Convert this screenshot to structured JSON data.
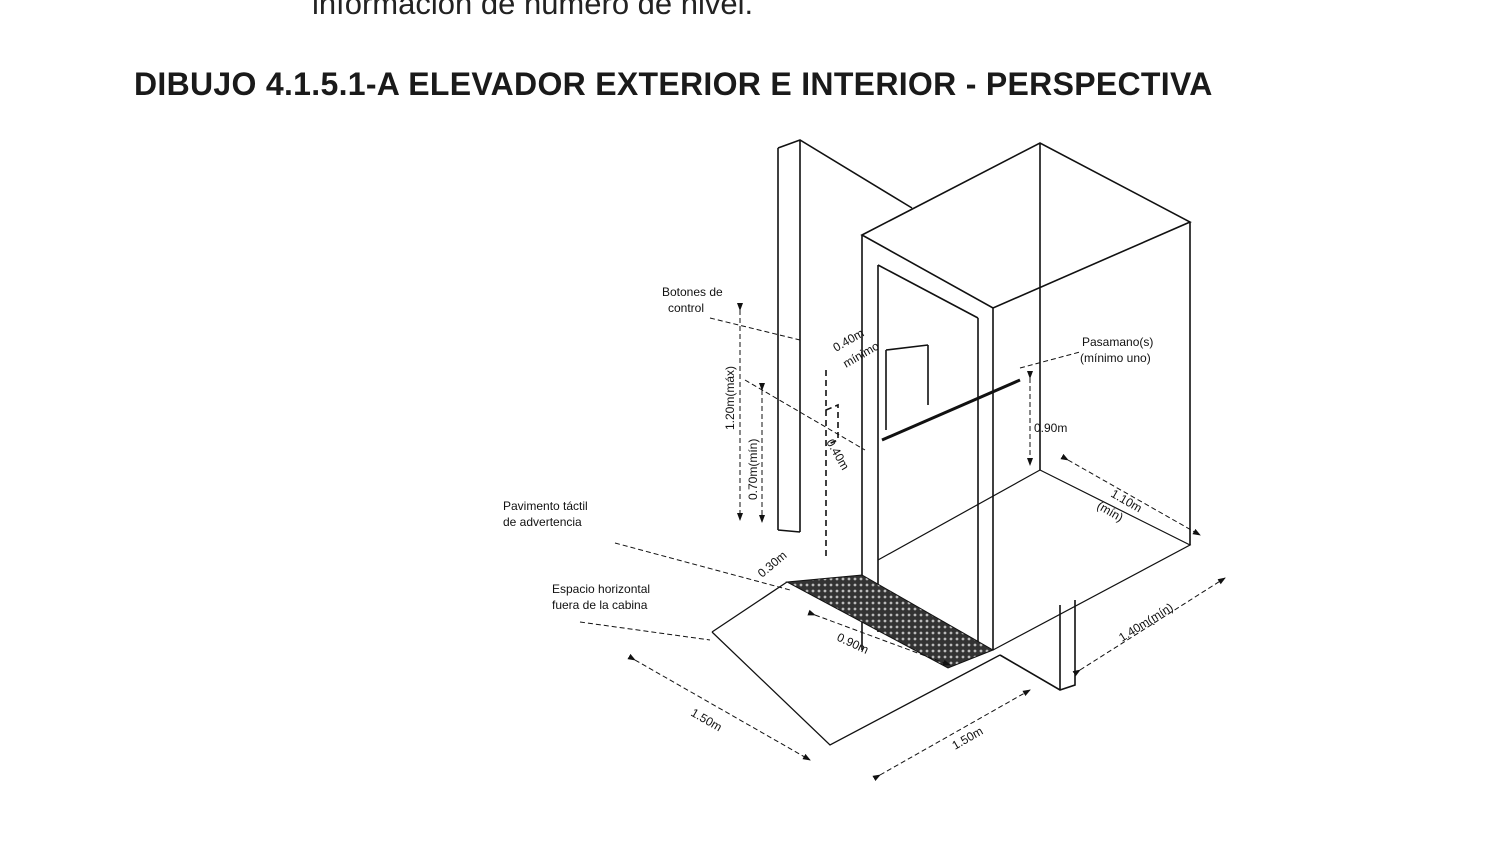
{
  "document": {
    "top_text": "información de número de nivel.",
    "title": "DIBUJO 4.1.5.1-A ELEVADOR EXTERIOR E INTERIOR - PERSPECTIVA"
  },
  "diagram": {
    "labels": {
      "control_buttons_1": "Botones de",
      "control_buttons_2": "control",
      "handrail_1": "Pasamano(s)",
      "handrail_2": "(mínimo uno)",
      "tactile_1": "Pavimento táctil",
      "tactile_2": "de advertencia",
      "space_1": "Espacio horizontal",
      "space_2": "fuera de la cabina"
    },
    "dimensions": {
      "max_height": "1.20m(máx)",
      "min_height": "0.70m(mín)",
      "min_040_a": "0.40m",
      "min_040_b": "mínimo",
      "side_040": "0.40m",
      "handrail_height": "0.90m",
      "depth_1": "1.10m",
      "depth_2": "(mín)",
      "tactile_depth": "0.30m",
      "door_width": "0.90m",
      "outside_width": "1.50m",
      "outside_depth": "1.50m",
      "cabin_width": "1.40m(mín)"
    }
  }
}
